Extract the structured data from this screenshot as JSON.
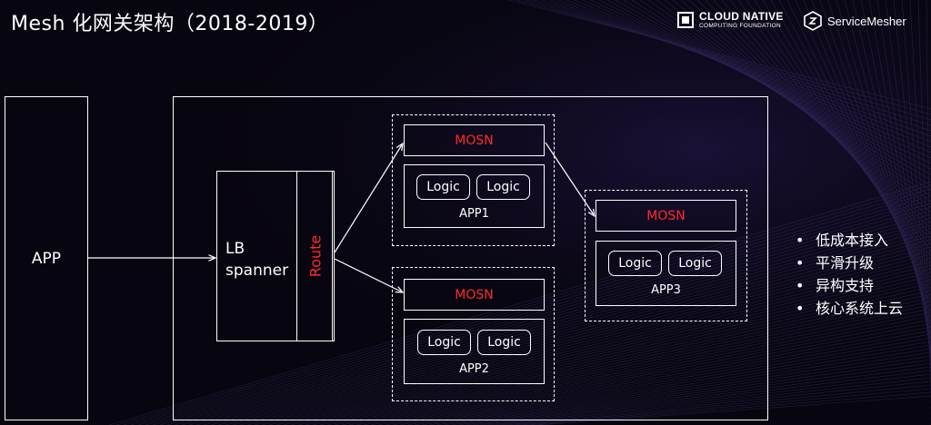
{
  "title": "Mesh 化网关架构（2018-2019）",
  "logos": {
    "cncf_line1": "CLOUD NATIVE",
    "cncf_line2": "COMPUTING FOUNDATION",
    "servicemesher": "ServiceMesher"
  },
  "diagram": {
    "client": "APP",
    "lb_line1": "LB",
    "lb_line2": "spanner",
    "route": "Route",
    "app1": {
      "mosn": "MOSN",
      "logic1": "Logic",
      "logic2": "Logic",
      "name": "APP1"
    },
    "app2": {
      "mosn": "MOSN",
      "logic1": "Logic",
      "logic2": "Logic",
      "name": "APP2"
    },
    "app3": {
      "mosn": "MOSN",
      "logic1": "Logic",
      "logic2": "Logic",
      "name": "APP3"
    }
  },
  "bullets": [
    "低成本接入",
    "平滑升级",
    "异构支持",
    "核心系统上云"
  ],
  "colors": {
    "accent": "#ff2a2a",
    "background": "#07050f",
    "foreground": "#ffffff"
  }
}
